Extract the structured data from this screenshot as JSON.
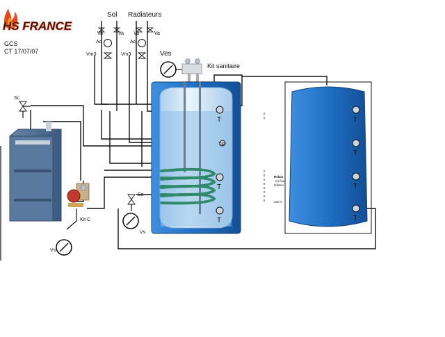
{
  "logo": {
    "text": "HS FRANCE",
    "flame_colors": [
      "#e8471c",
      "#f5a01a"
    ],
    "letter_fill": "#d9d9d9",
    "letter_stroke": "#e8471c"
  },
  "header": {
    "line1": "GCS",
    "line2": "CT 17/07/07"
  },
  "top_labels": {
    "sol": "Sol",
    "radiateurs": "Radiateurs"
  },
  "valve_labels": {
    "va": "Va",
    "ac": "Ac",
    "vm3": "Vm3",
    "ves": "Ves",
    "kit_sanitaire": "Kit sanitaire"
  },
  "left_labels": {
    "sc": "Sc",
    "kit_c": "Kit C",
    "vs": "Vs"
  },
  "mid_labels": {
    "sc": "Sc",
    "vs": "Vs"
  },
  "relais": {
    "line1": "Relais",
    "line2": "en fioul",
    "line3": "brûleur",
    "volt": "230 V"
  },
  "tank_labels": {
    "t": "T",
    "tr": "TR"
  },
  "colors": {
    "tank_blue": "#1f6fc4",
    "tank_light": "#cfe6f6",
    "coil": "#2e8a6b",
    "boiler": "#4f6f96",
    "pump": "#c0392b",
    "pipe": "#111111"
  },
  "icons": [
    "flame-icon",
    "valve-icon",
    "pump-icon",
    "gauge-icon",
    "thermometer-icon",
    "coil-icon",
    "boiler-icon"
  ]
}
